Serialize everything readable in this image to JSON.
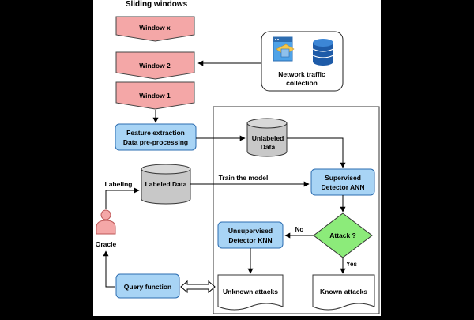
{
  "header": {
    "title": "Sliding windows"
  },
  "windows": {
    "x": "Window x",
    "w2": "Window 2",
    "w1": "Window 1"
  },
  "network": {
    "line1": "Network traffic",
    "line2": "collection",
    "icons": [
      "browser-window-icon",
      "database-icon"
    ]
  },
  "feature": {
    "line1": "Feature extraction",
    "line2": "Data pre-processing"
  },
  "unlabeled": {
    "line1": "Unlabeled",
    "line2": "Data"
  },
  "labeled": {
    "label": "Labeled Data"
  },
  "edges": {
    "train": "Train the model",
    "labeling": "Labeling",
    "no": "No",
    "yes": "Yes"
  },
  "supervised": {
    "line1": "Supervised",
    "line2": "Detector ANN"
  },
  "unsupervised": {
    "line1": "Unsupervised",
    "line2": "Detector KNN"
  },
  "decision": {
    "label": "Attack ?"
  },
  "oracle": {
    "label": "Oracle"
  },
  "query": {
    "label": "Query function"
  },
  "results": {
    "unknown": "Unknown attacks",
    "known": "Known attacks"
  },
  "colors": {
    "pink": "#F4A7A7",
    "blue": "#A8D4F5",
    "green": "#8CEB7A",
    "gray": "#C8C8C8",
    "oracle": "#F4A7A7"
  }
}
